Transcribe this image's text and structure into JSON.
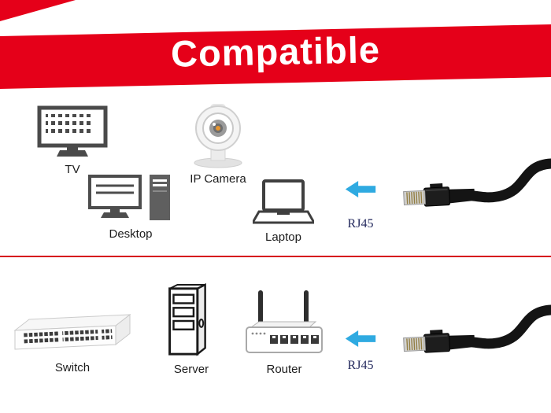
{
  "banner": {
    "title": "Compatible"
  },
  "sections": {
    "top": {
      "devices": [
        {
          "name": "tv",
          "label": "TV"
        },
        {
          "name": "ip-camera",
          "label": "IP Camera"
        },
        {
          "name": "desktop",
          "label": "Desktop"
        },
        {
          "name": "laptop",
          "label": "Laptop"
        }
      ],
      "connector_label": "RJ45"
    },
    "bottom": {
      "devices": [
        {
          "name": "switch",
          "label": "Switch"
        },
        {
          "name": "server",
          "label": "Server"
        },
        {
          "name": "router",
          "label": "Router"
        }
      ],
      "connector_label": "RJ45"
    }
  },
  "icons": [
    "tv-icon",
    "ip-camera-icon",
    "desktop-icon",
    "laptop-icon",
    "switch-icon",
    "server-icon",
    "router-icon",
    "arrow-left-icon",
    "rj45-cable-icon"
  ],
  "colors": {
    "banner_red": "#e50019",
    "divider_red": "#d6001c",
    "arrow_blue": "#2faae1",
    "rj45_text": "#252a5e",
    "icon_gray": "#4a4a4a",
    "cable_black": "#141414"
  }
}
